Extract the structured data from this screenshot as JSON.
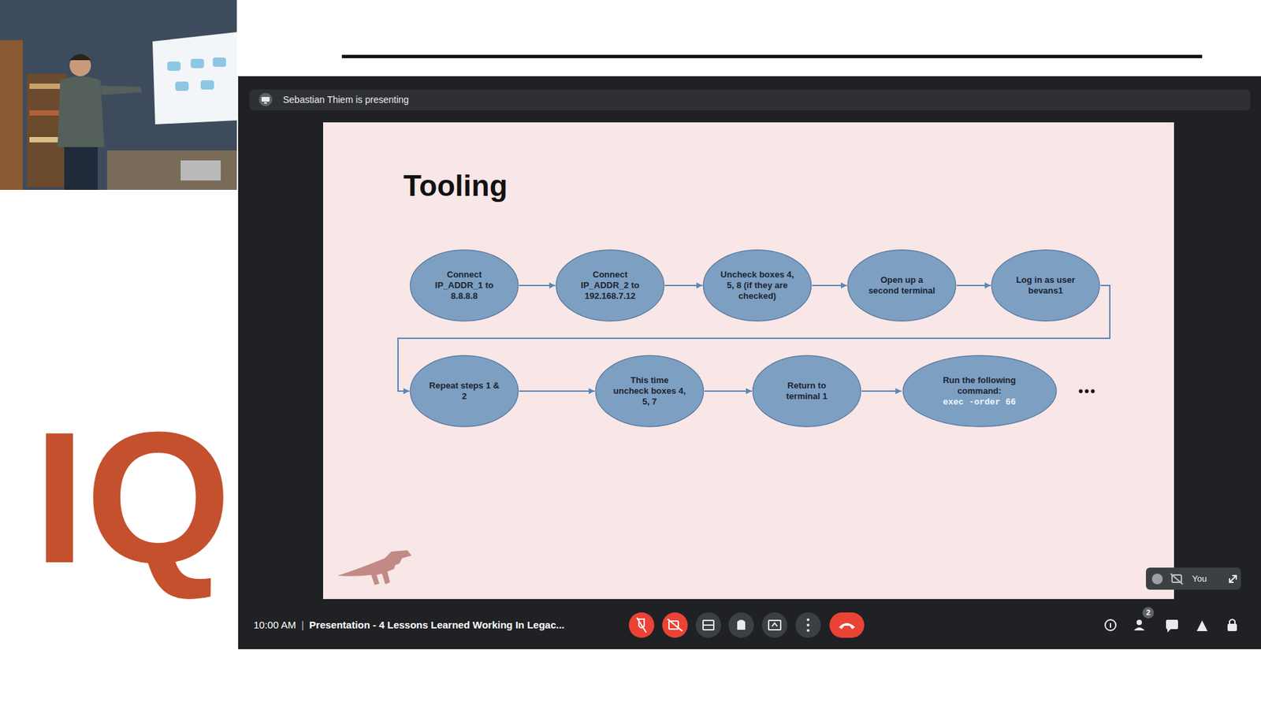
{
  "diagram": {
    "title": "Tooling",
    "nodes": [
      {
        "text": [
          "Connect IP_ADDR_1 to 8.8.8.8"
        ]
      },
      {
        "text": [
          "Connect IP_ADDR_2 to 192.168.7.12"
        ]
      },
      {
        "text": [
          "Uncheck boxes 4, 5, 8 (if they are checked)"
        ]
      },
      {
        "text": [
          "Open up a second terminal"
        ]
      },
      {
        "text": [
          "Log in as user bevans1"
        ]
      },
      {
        "text": [
          "Repeat steps 1 & 2"
        ]
      },
      {
        "text": [
          "This time uncheck boxes 4, 5, 7"
        ]
      },
      {
        "text": [
          "Return to terminal 1"
        ]
      },
      {
        "text": [
          "Run the following command:",
          "exec -order 66"
        ]
      }
    ],
    "edges": [
      {
        "from": 0,
        "to": 1,
        "arrow": "to"
      },
      {
        "from": 1,
        "to": 2,
        "arrow": "to"
      },
      {
        "from": 2,
        "to": 3,
        "arrow": "to"
      },
      {
        "from": 3,
        "to": 4,
        "arrow": "to"
      },
      {
        "from": 4,
        "to": 5,
        "arrow": "to"
      },
      {
        "from": 5,
        "to": 6,
        "arrow": "to"
      },
      {
        "from": 6,
        "to": 7,
        "arrow": "to"
      },
      {
        "from": 7,
        "to": 8,
        "arrow": "to"
      }
    ],
    "labels": [
      "Sebastian Thiem is presenting",
      "10:00 AM",
      "|",
      "Presentation - 4 Lessons Learned Working In Legac...",
      "•••",
      "You",
      "IQ",
      "2"
    ]
  }
}
